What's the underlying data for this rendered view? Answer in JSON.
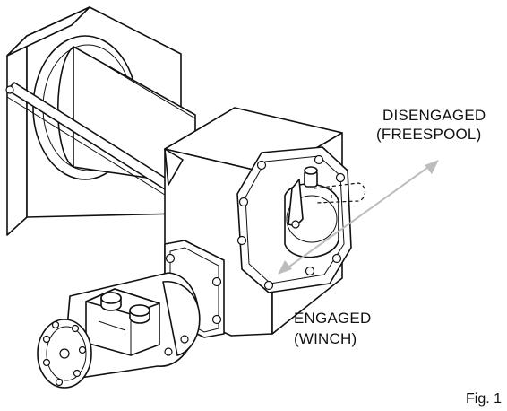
{
  "labels": {
    "disengaged_line1": "DISENGAGED",
    "disengaged_line2": "(FREESPOOL)",
    "engaged_line1": "ENGAGED",
    "engaged_line2": "(WINCH)",
    "figure": "Fig. 1"
  },
  "colors": {
    "line": "#111111",
    "arrow": "#bdbdbd",
    "background": "#ffffff"
  }
}
